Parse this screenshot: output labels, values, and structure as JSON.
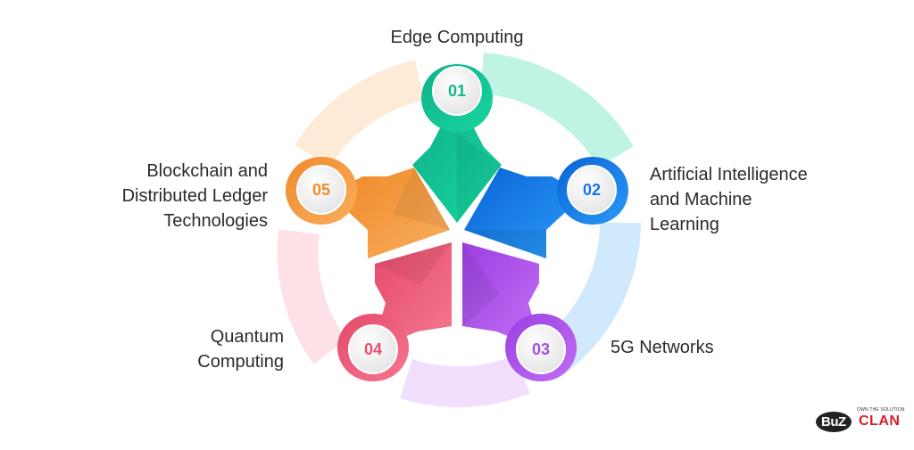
{
  "items": [
    {
      "number": "01",
      "label": "Edge Computing",
      "color": "#12b886"
    },
    {
      "number": "02",
      "label": "Artificial Intelligence\nand Machine\nLearning",
      "color": "#1976e8"
    },
    {
      "number": "03",
      "label": "5G Networks",
      "color": "#a84fe0"
    },
    {
      "number": "04",
      "label": "Quantum\nComputing",
      "color": "#e94f6d"
    },
    {
      "number": "05",
      "label": "Blockchain and\nDistributed Ledger\nTechnologies",
      "color": "#f08c2e"
    }
  ],
  "logo": {
    "text_left": "BuZ",
    "text_right": "CLAN",
    "tagline": "OWN THE SOLUTION"
  }
}
